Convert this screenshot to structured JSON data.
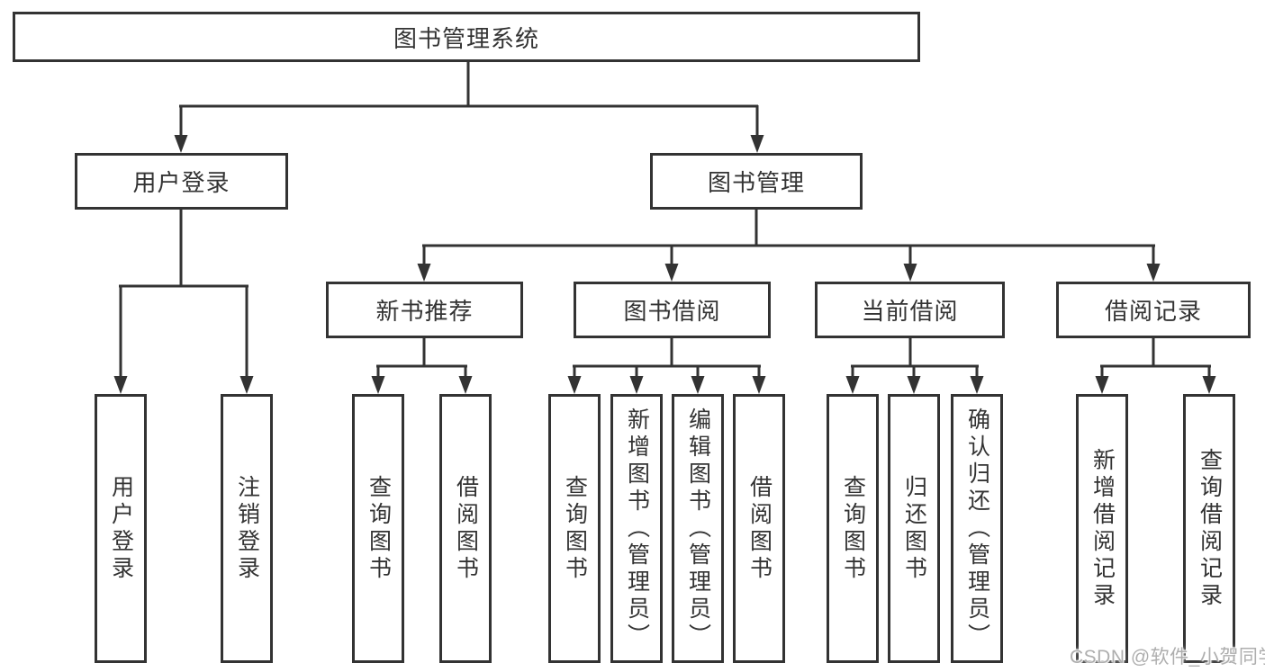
{
  "diagram": {
    "tree": {
      "label": "图书管理系统",
      "children": [
        {
          "label": "用户登录",
          "children": [
            {
              "label": "用户登录"
            },
            {
              "label": "注销登录"
            }
          ]
        },
        {
          "label": "图书管理",
          "children": [
            {
              "label": "新书推荐",
              "children": [
                {
                  "label": "查询图书"
                },
                {
                  "label": "借阅图书"
                }
              ]
            },
            {
              "label": "图书借阅",
              "children": [
                {
                  "label": "查询图书"
                },
                {
                  "label": "新增图书（管理员）"
                },
                {
                  "label": "编辑图书（管理员）"
                },
                {
                  "label": "借阅图书"
                }
              ]
            },
            {
              "label": "当前借阅",
              "children": [
                {
                  "label": "查询图书"
                },
                {
                  "label": "归还图书"
                },
                {
                  "label": "确认归还（管理员）"
                }
              ]
            },
            {
              "label": "借阅记录",
              "children": [
                {
                  "label": "新增借阅记录"
                },
                {
                  "label": "查询借阅记录"
                }
              ]
            }
          ]
        }
      ]
    },
    "watermark": {
      "text": "CSDN @软件_小贺同学"
    },
    "colors": {
      "line": "#333333",
      "border": "#333333",
      "text": "#333333",
      "background": "#ffffff",
      "watermark": "#aeaeae"
    }
  }
}
